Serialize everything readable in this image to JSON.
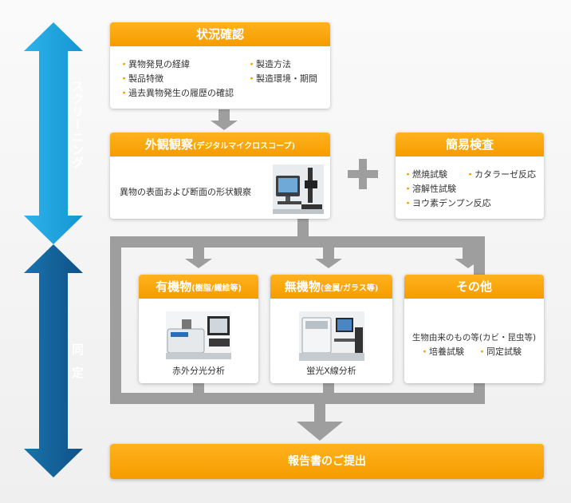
{
  "phases": {
    "screening": "スクリーニング",
    "identification": "同定"
  },
  "situation": {
    "title": "状況確認",
    "items": [
      "異物発見の経緯",
      "製品特徴",
      "過去異物発生の履歴の確認",
      "製造方法",
      "製造環境・期間"
    ]
  },
  "visual": {
    "title": "外観観察",
    "subtitle": "(デジタルマイクロスコープ)",
    "text": "異物の表面および断面の形状観察"
  },
  "simple": {
    "title": "簡易検査",
    "items": [
      "燃焼試験",
      "カタラーゼ反応",
      "溶解性試験",
      "ヨウ素デンプン反応"
    ]
  },
  "organic": {
    "title": "有機物",
    "subtitle": "(樹脂/繊維等)",
    "method": "赤外分光分析"
  },
  "inorganic": {
    "title": "無機物",
    "subtitle": "(金属/ガラス等)",
    "method": "蛍光X線分析"
  },
  "other": {
    "title": "その他",
    "text": "生物由来のもの等(カビ・昆虫等)",
    "items": [
      "培養試験",
      "同定試験"
    ]
  },
  "report": "報告書のご提出",
  "colors": {
    "orange": "#f59c00",
    "screening_blue": "#1ea0dc",
    "identification_blue": "#115f95",
    "connector_gray": "#9e9e9e"
  }
}
